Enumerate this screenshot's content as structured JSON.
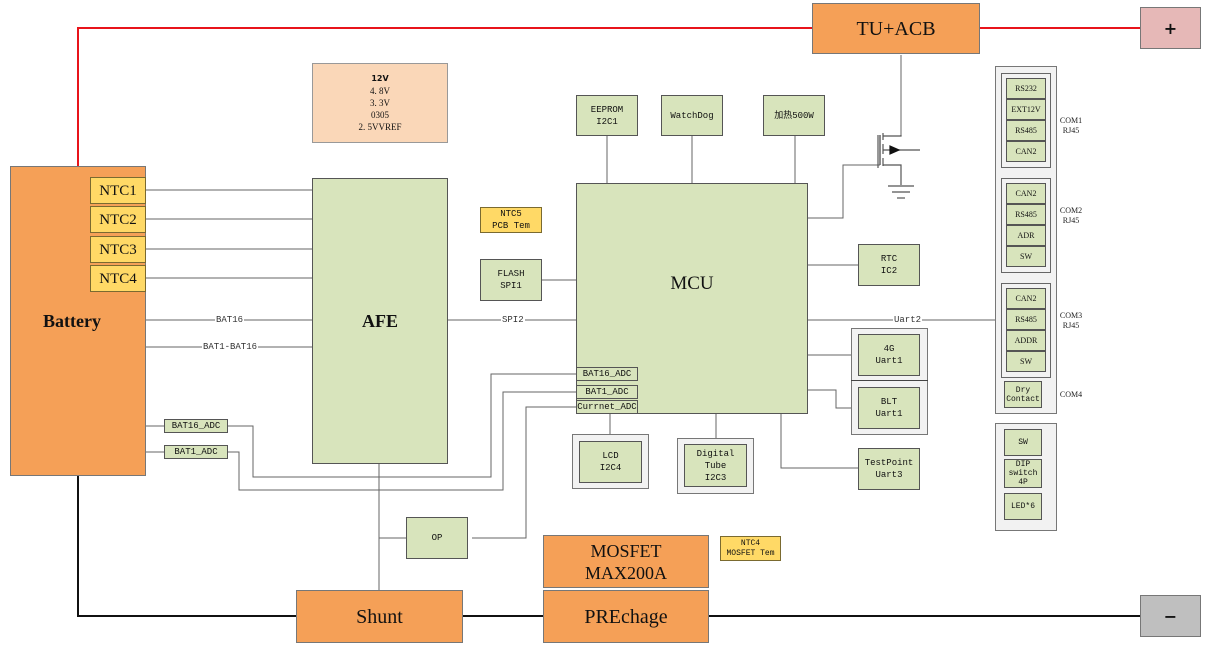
{
  "power": {
    "battery": "Battery",
    "tu_acb": "TU+ACB",
    "shunt": "Shunt",
    "mosfet": "MOSFET\nMAX200A",
    "precharge": "PREchage",
    "pos_terminal": "+",
    "neg_terminal": "−"
  },
  "supply_box": {
    "title": "12V",
    "lines": "4. 8V\n3. 3V\n0305\n2. 5VVREF"
  },
  "ntc": [
    "NTC1",
    "NTC2",
    "NTC3",
    "NTC4"
  ],
  "afe": "AFE",
  "mcu": "MCU",
  "signals": {
    "bat16": "BAT16",
    "bat1_bat16": "BAT1-BAT16",
    "spi2": "SPI2",
    "uart2": "Uart2"
  },
  "adc": {
    "bat16_adc": "BAT16_ADC",
    "bat1_adc": "BAT1_ADC",
    "current_adc": "Currnet_ADC"
  },
  "peripherals": {
    "eeprom": "EEPROM\nI2C1",
    "watchdog": "WatchDog",
    "heater": "加热500W",
    "ntc5": "NTC5\nPCB Tem",
    "flash": "FLASH\nSPI1",
    "rtc": "RTC\nIC2",
    "g4": "4G\nUart1",
    "blt": "BLT\nUart1",
    "testpoint": "TestPoint\nUart3",
    "lcd": "LCD\nI2C4",
    "digital_tube": "Digital\nTube\nI2C3",
    "op": "OP",
    "ntc4_mosfet": "NTC4\nMOSFET Tem"
  },
  "com_ports": [
    {
      "label": "COM1\nRJ45",
      "items": [
        "RS232",
        "EXT12V",
        "RS485",
        "CAN2"
      ]
    },
    {
      "label": "COM2\nRJ45",
      "items": [
        "CAN2",
        "RS485",
        "ADR",
        "SW"
      ]
    },
    {
      "label": "COM3\nRJ45",
      "items": [
        "CAN2",
        "RS485",
        "ADDR",
        "SW"
      ]
    },
    {
      "label": "COM4",
      "items": [
        "Dry\nContact"
      ]
    }
  ],
  "ui_panel": [
    "SW",
    "DIP\nswitch\n4P",
    "LED*6"
  ],
  "colors": {
    "positive_wire": "#e8141b",
    "negative_wire": "#111111",
    "signal_wire": "#666666",
    "block_green": "#d8e4bc",
    "block_orange": "#f5a057",
    "block_yellow": "#ffd966",
    "block_peach": "#fad7b8",
    "pos_terminal": "#e6b8b7",
    "neg_terminal": "#bfbfbf"
  }
}
